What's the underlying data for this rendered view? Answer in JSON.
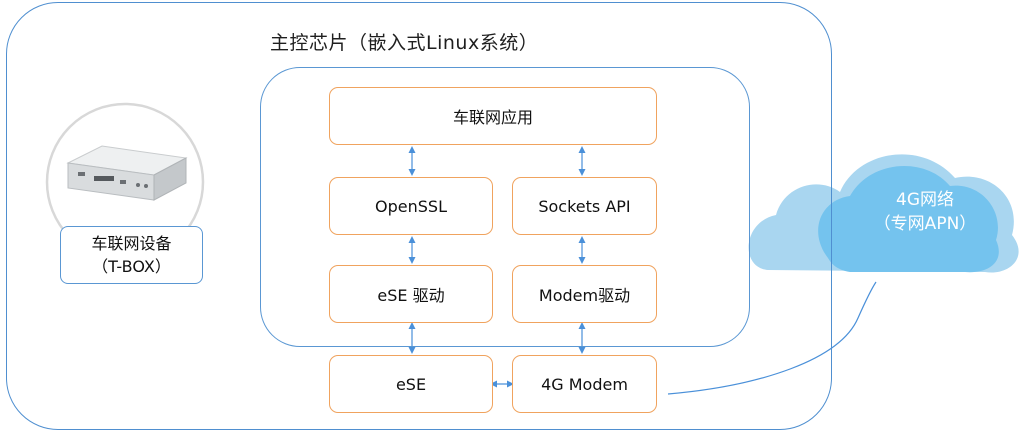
{
  "chip": {
    "title": "主控芯片（嵌入式Linux系统）"
  },
  "layers": {
    "app": "车联网应用",
    "openssl": "OpenSSL",
    "sockets": "Sockets API",
    "ese_driver": "eSE 驱动",
    "modem_driver": "Modem驱动",
    "ese": "eSE",
    "modem": "4G Modem"
  },
  "device": {
    "line1": "车联网设备",
    "line2": "（T-BOX）"
  },
  "cloud": {
    "line1": "4G网络",
    "line2": "（专网APN）"
  },
  "colors": {
    "frame": "#4f8fd0",
    "box_border": "#f0a35e",
    "arrow": "#4a90d9",
    "cloud": "#a9d6f0"
  }
}
